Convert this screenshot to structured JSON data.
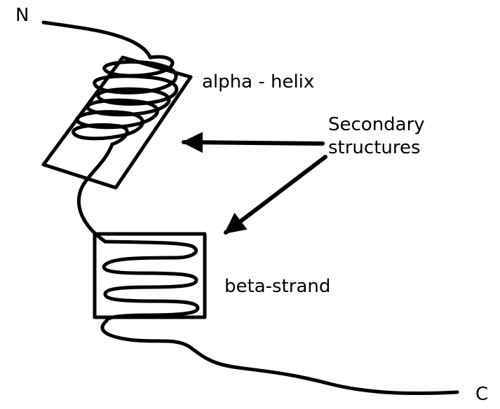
{
  "labels": {
    "n_terminus": "N",
    "c_terminus": "C",
    "alpha_helix": "alpha - helix",
    "secondary_line1": "Secondary",
    "secondary_line2": "structures",
    "beta_strand": "beta-strand"
  },
  "colors": {
    "ink": "#000000",
    "background": "#ffffff"
  }
}
